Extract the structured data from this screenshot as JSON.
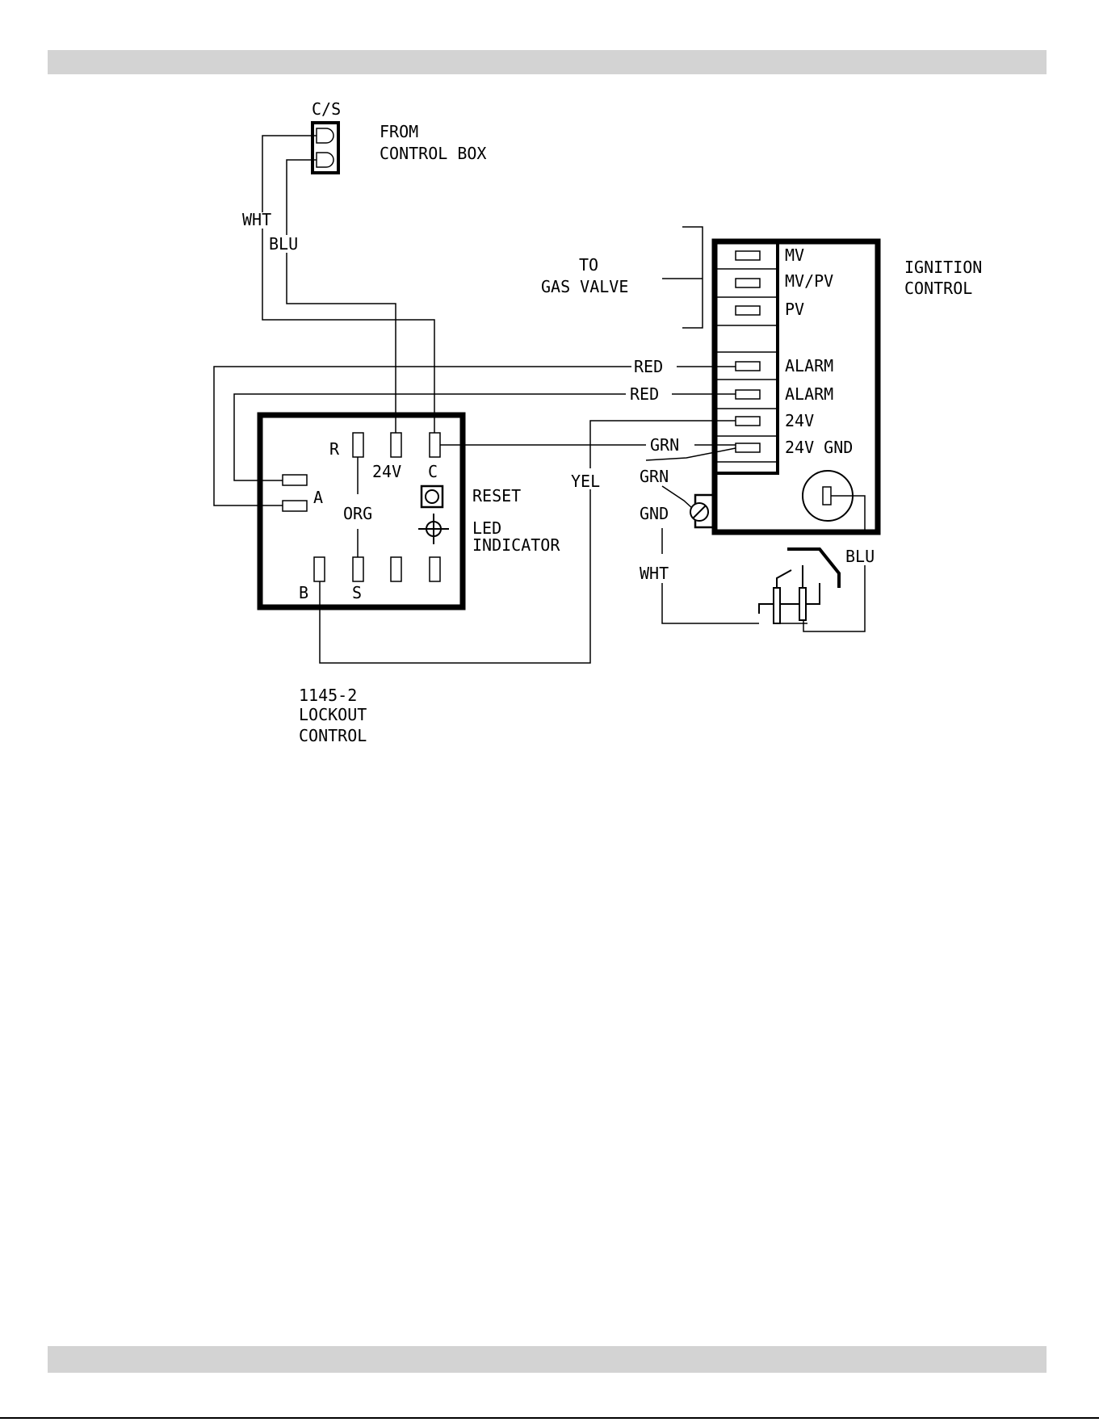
{
  "connector": {
    "name": "C/S",
    "note": [
      "FROM",
      "CONTROL BOX"
    ]
  },
  "wires": {
    "wht1": "WHT",
    "blu1": "BLU",
    "red1": "RED",
    "red2": "RED",
    "grn1": "GRN",
    "grn2": "GRN",
    "yel": "YEL",
    "gnd": "GND",
    "wht2": "WHT",
    "blu2": "BLU"
  },
  "gas_valve": [
    "TO",
    "GAS VALVE"
  ],
  "ignition": {
    "title": [
      "IGNITION",
      "CONTROL"
    ],
    "terminals": [
      "MV",
      "MV/PV",
      "PV",
      "ALARM",
      "ALARM",
      "24V",
      "24V GND"
    ]
  },
  "lockout": {
    "terminals": {
      "r": "R",
      "v24": "24V",
      "c": "C",
      "a": "A",
      "org": "ORG",
      "b": "B",
      "s": "S"
    },
    "reset": "RESET",
    "led": [
      "LED",
      "INDICATOR"
    ],
    "caption": [
      "1145-2",
      "LOCKOUT",
      "CONTROL"
    ]
  }
}
